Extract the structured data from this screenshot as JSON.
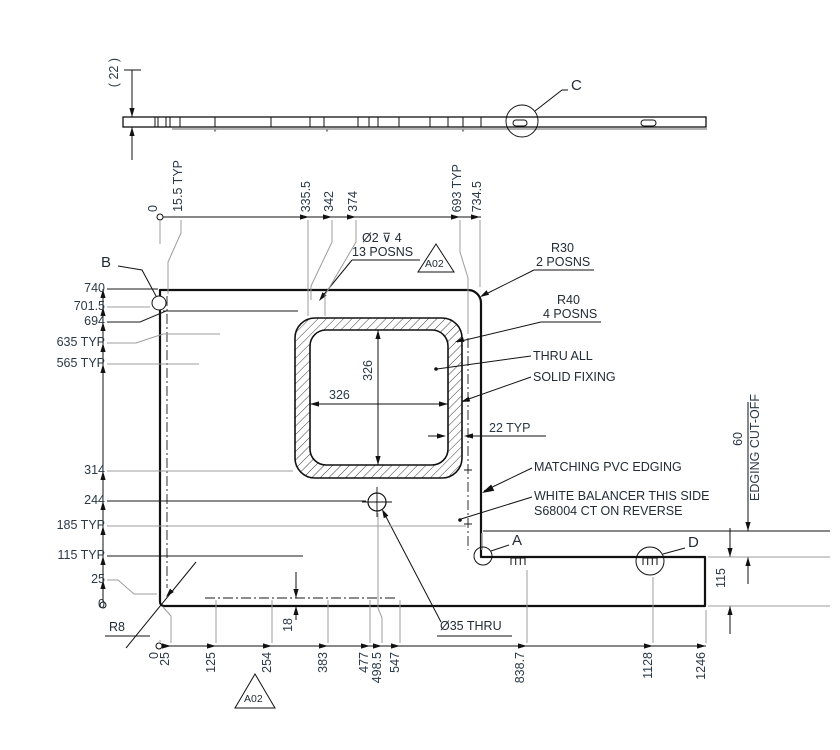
{
  "side_view": {
    "thickness": "( 22 )"
  },
  "plan": {
    "top_dims": [
      "0",
      "15.5 TYP",
      "335.5",
      "342",
      "374",
      "693 TYP",
      "734.5"
    ],
    "left_dims": [
      "740",
      "701.5",
      "694",
      "635 TYP",
      "565 TYP",
      "314",
      "244",
      "185 TYP",
      "115 TYP",
      "25",
      "0"
    ],
    "bottom_dims": [
      "0",
      "25",
      "125",
      "254",
      "383",
      "477",
      "498.5",
      "547",
      "838.7",
      "1128",
      "1246"
    ]
  },
  "cutout": {
    "width": "326",
    "height": "326",
    "band_width": "22 TYP"
  },
  "notes": {
    "holes_spec": "Ø2 ⊽ 4",
    "holes_count": "13 POSNS",
    "corner_r30": "R30",
    "corner_r30_qty": "2 POSNS",
    "corner_r40": "R40",
    "corner_r40_qty": "4 POSNS",
    "thru_all": "THRU ALL",
    "solid_fixing": "SOLID FIXING",
    "pvc_edging": "MATCHING PVC EDGING",
    "balancer_line1": "WHITE BALANCER THIS SIDE",
    "balancer_line2": "S68004 CT ON REVERSE",
    "hole_35": "Ø35 THRU",
    "corner_r8": "R8",
    "edge_offset": "18",
    "edging_value": "60",
    "edging_label": "EDGING CUT-OFF",
    "step_height": "115"
  },
  "datums": {
    "a": "A",
    "b": "B",
    "c": "C",
    "d": "D",
    "flag": "A02"
  }
}
